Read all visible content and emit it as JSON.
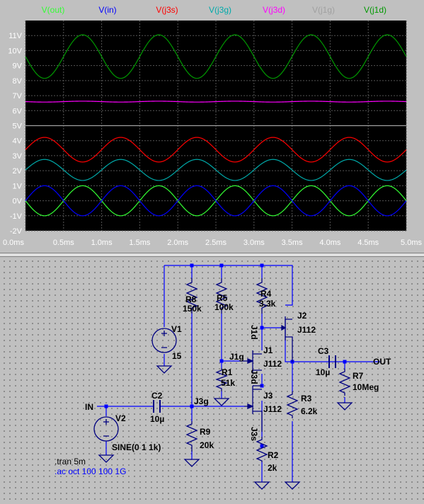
{
  "waveform_viewer": {
    "background_color": "#000000",
    "grid_color": "#555555",
    "axis_text_color": "#ffffff",
    "chart_data": {
      "type": "line",
      "xlim": [
        0,
        5.0
      ],
      "ylim": [
        -2,
        12
      ],
      "x_ticks": [
        "0.0ms",
        "0.5ms",
        "1.0ms",
        "1.5ms",
        "2.0ms",
        "2.5ms",
        "3.0ms",
        "3.5ms",
        "4.0ms",
        "4.5ms",
        "5.0ms"
      ],
      "y_ticks": [
        "-2V",
        "-1V",
        "0V",
        "1V",
        "2V",
        "3V",
        "4V",
        "5V",
        "6V",
        "7V",
        "8V",
        "9V",
        "10V",
        "11V"
      ],
      "grid": true,
      "legend_position": "top",
      "series": [
        {
          "name": "V(out)",
          "color": "#33ff33",
          "offset": 0.0,
          "amplitude": 1.0,
          "phase": "inverted"
        },
        {
          "name": "V(in)",
          "color": "#0000ff",
          "offset": 0.0,
          "amplitude": 1.0,
          "phase": "normal"
        },
        {
          "name": "V(j3s)",
          "color": "#ff0000",
          "offset": 3.4,
          "amplitude": 0.82,
          "phase": "normal"
        },
        {
          "name": "V(j3g)",
          "color": "#00aaaa",
          "offset": 2.05,
          "amplitude": 0.7,
          "phase": "normal"
        },
        {
          "name": "V(j3d)",
          "color": "#ff00ff",
          "offset": 6.6,
          "amplitude": 0.03,
          "phase": "inverted"
        },
        {
          "name": "V(j1g)",
          "color": "#a0a0a0",
          "offset": 5.0,
          "amplitude": 0.0,
          "phase": "normal"
        },
        {
          "name": "V(j1d)",
          "color": "#009900",
          "offset": 9.6,
          "amplitude": 1.45,
          "phase": "inverted"
        }
      ],
      "frequency_khz": 1
    }
  },
  "schematic": {
    "wire_color": "#0000ff",
    "component_color": "#000080",
    "label_color": "#000000",
    "directive_color": "#0000ff",
    "components": [
      {
        "id": "R8",
        "value": "150k"
      },
      {
        "id": "R5",
        "value": "100k"
      },
      {
        "id": "R4",
        "value": "3.3k"
      },
      {
        "id": "V1",
        "value": "15"
      },
      {
        "id": "R1",
        "value": "51k"
      },
      {
        "id": "J1",
        "value": "J112"
      },
      {
        "id": "J2",
        "value": "J112"
      },
      {
        "id": "J3",
        "value": "J112"
      },
      {
        "id": "C2",
        "value": "10µ"
      },
      {
        "id": "C3",
        "value": "10µ"
      },
      {
        "id": "R7",
        "value": "10Meg"
      },
      {
        "id": "R3",
        "value": "6.2k"
      },
      {
        "id": "V2",
        "value": "SINE(0 1 1k)"
      },
      {
        "id": "R9",
        "value": "20k"
      },
      {
        "id": "R2",
        "value": "2k"
      }
    ],
    "net_labels": [
      "IN",
      "OUT",
      "J3g",
      "J1g",
      "J1d",
      "J3d",
      "J3s"
    ],
    "directives": [
      ".tran 5m",
      ".ac oct 100 100 1G"
    ]
  }
}
